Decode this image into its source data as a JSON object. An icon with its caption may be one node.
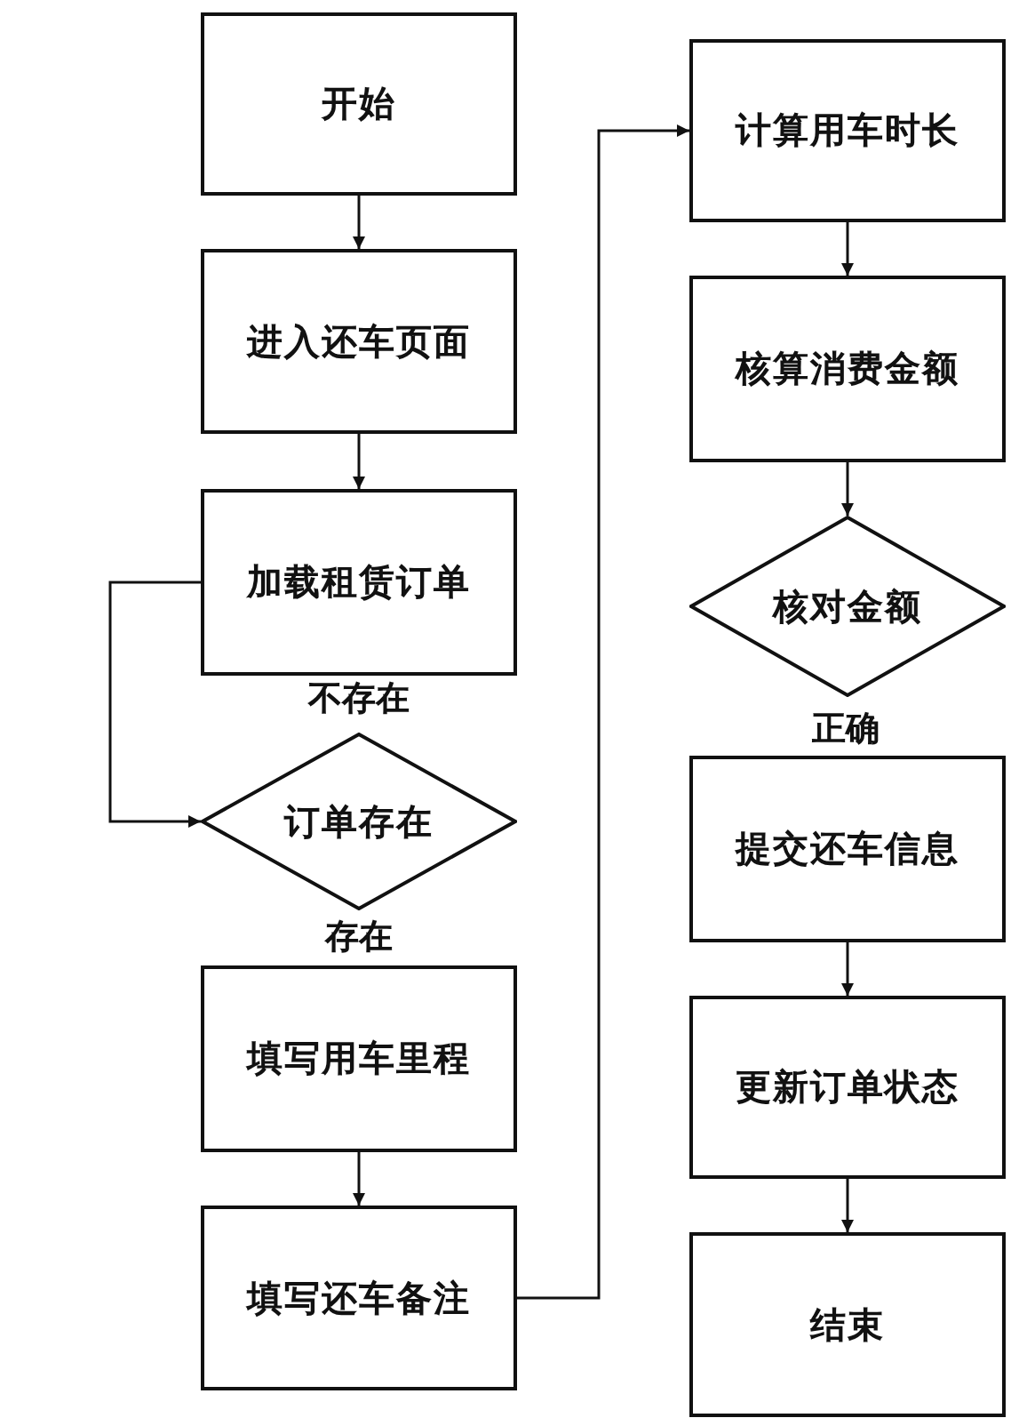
{
  "diagram": {
    "nodes": [
      {
        "text": [
          "开始"
        ]
      },
      {
        "text": [
          "进入还车页面"
        ]
      },
      {
        "text": [
          "加载租赁订单"
        ]
      },
      {
        "text": [
          "订单存在"
        ]
      },
      {
        "text": [
          "填写用车里程"
        ]
      },
      {
        "text": [
          "填写还车备注"
        ]
      },
      {
        "text": [
          "计算用车时长"
        ]
      },
      {
        "text": [
          "核算消费金额"
        ]
      },
      {
        "text": [
          "核对金额"
        ]
      },
      {
        "text": [
          "提交还车信息"
        ]
      },
      {
        "text": [
          "更新订单状态"
        ]
      },
      {
        "text": [
          "结束"
        ]
      }
    ],
    "edges": [
      {
        "from": 0,
        "to": 1,
        "arrow": "to"
      },
      {
        "from": 1,
        "to": 2,
        "arrow": "to"
      },
      {
        "from": 2,
        "to": 3,
        "arrow": "to"
      },
      {
        "from": 4,
        "to": 5,
        "arrow": "to"
      },
      {
        "from": 5,
        "to": 6,
        "arrow": "to"
      },
      {
        "from": 6,
        "to": 7,
        "arrow": "to"
      },
      {
        "from": 7,
        "to": 8,
        "arrow": "to"
      },
      {
        "from": 9,
        "to": 10,
        "arrow": "to"
      },
      {
        "from": 10,
        "to": 11,
        "arrow": "to"
      }
    ],
    "labels": [
      "不存在",
      "存在",
      "正确"
    ]
  }
}
